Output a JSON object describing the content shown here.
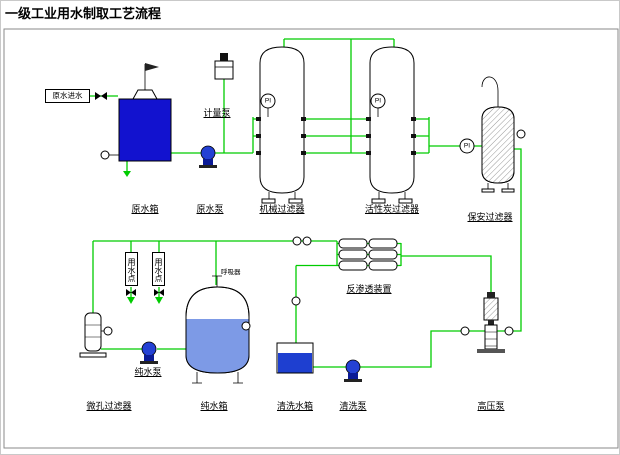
{
  "page": {
    "title": "一级工业用水制取工艺流程"
  },
  "colors": {
    "pipe": "#00cc00",
    "raw_water": "#1212cf",
    "pure_water": "#7d9ae6",
    "cleaning_water": "#1e3fd0",
    "pump_blue": "#2441d4"
  },
  "equipment": {
    "raw_water_inlet": "原水进水",
    "raw_water_tank": "原水箱",
    "raw_water_pump": "原水泵",
    "metering_pump": "计量泵",
    "mechanical_filter": "机械过滤器",
    "activated_carbon_filter": "活性炭过滤器",
    "security_filter": "保安过滤器",
    "ro_unit": "反渗透装置",
    "micro_filter": "微孔过滤器",
    "pure_water_pump": "纯水泵",
    "pure_water_tank": "纯水箱",
    "cleaning_tank": "清洗水箱",
    "cleaning_pump": "清洗泵",
    "high_pressure_pump": "高压泵",
    "breather": "呼吸器",
    "water_point": "用水点"
  },
  "instruments": {
    "pi": "PI"
  }
}
